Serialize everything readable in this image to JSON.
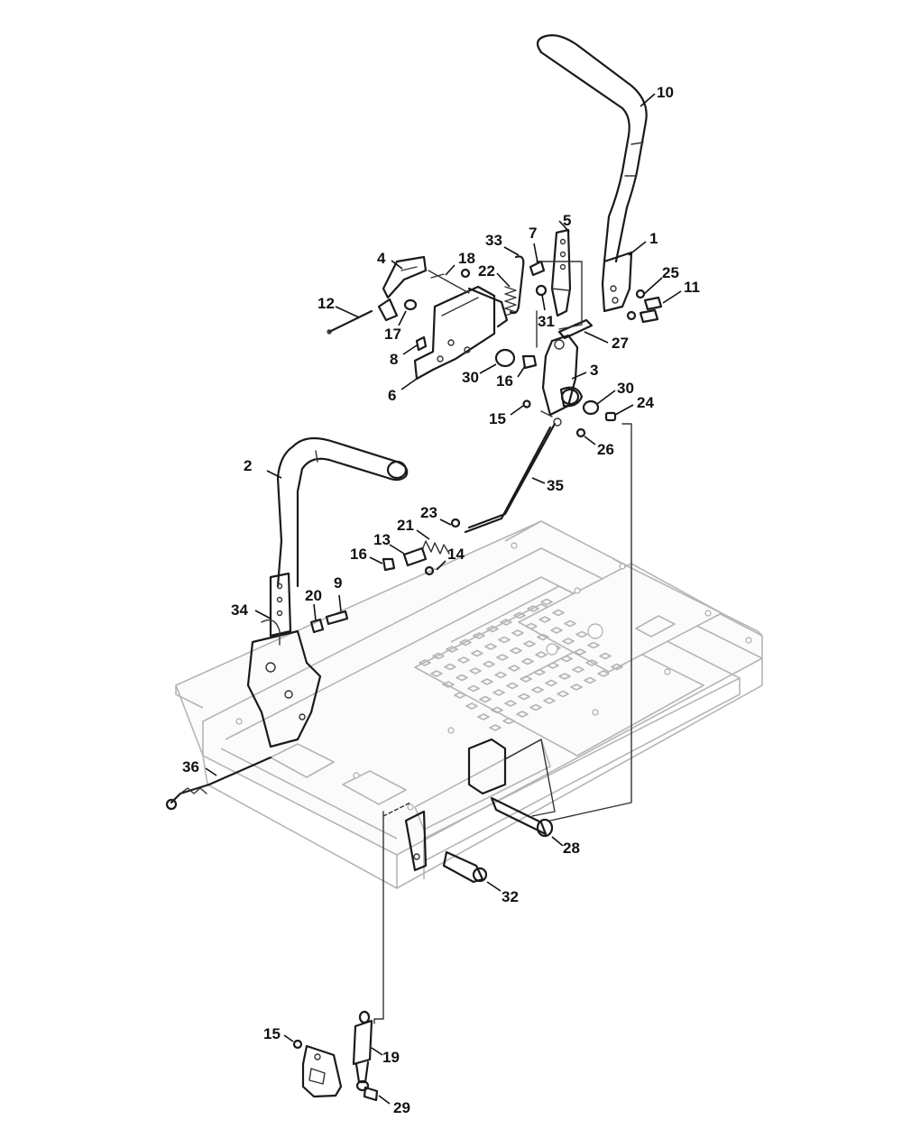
{
  "callouts": [
    {
      "id": "10",
      "text": "10"
    },
    {
      "id": "1",
      "text": "1"
    },
    {
      "id": "5",
      "text": "5"
    },
    {
      "id": "7",
      "text": "7"
    },
    {
      "id": "33",
      "text": "33"
    },
    {
      "id": "22",
      "text": "22"
    },
    {
      "id": "18",
      "text": "18"
    },
    {
      "id": "4",
      "text": "4"
    },
    {
      "id": "25",
      "text": "25"
    },
    {
      "id": "11",
      "text": "11"
    },
    {
      "id": "12",
      "text": "12"
    },
    {
      "id": "17",
      "text": "17"
    },
    {
      "id": "31",
      "text": "31"
    },
    {
      "id": "27",
      "text": "27"
    },
    {
      "id": "8",
      "text": "8"
    },
    {
      "id": "30a",
      "text": "30"
    },
    {
      "id": "16a",
      "text": "16"
    },
    {
      "id": "3",
      "text": "3"
    },
    {
      "id": "6",
      "text": "6"
    },
    {
      "id": "30b",
      "text": "30"
    },
    {
      "id": "24",
      "text": "24"
    },
    {
      "id": "15a",
      "text": "15"
    },
    {
      "id": "26",
      "text": "26"
    },
    {
      "id": "2",
      "text": "2"
    },
    {
      "id": "35",
      "text": "35"
    },
    {
      "id": "23",
      "text": "23"
    },
    {
      "id": "21",
      "text": "21"
    },
    {
      "id": "13",
      "text": "13"
    },
    {
      "id": "16b",
      "text": "16"
    },
    {
      "id": "14",
      "text": "14"
    },
    {
      "id": "9",
      "text": "9"
    },
    {
      "id": "20",
      "text": "20"
    },
    {
      "id": "34",
      "text": "34"
    },
    {
      "id": "36",
      "text": "36"
    },
    {
      "id": "28",
      "text": "28"
    },
    {
      "id": "32",
      "text": "32"
    },
    {
      "id": "15b",
      "text": "15"
    },
    {
      "id": "19",
      "text": "19"
    },
    {
      "id": "29",
      "text": "29"
    }
  ]
}
